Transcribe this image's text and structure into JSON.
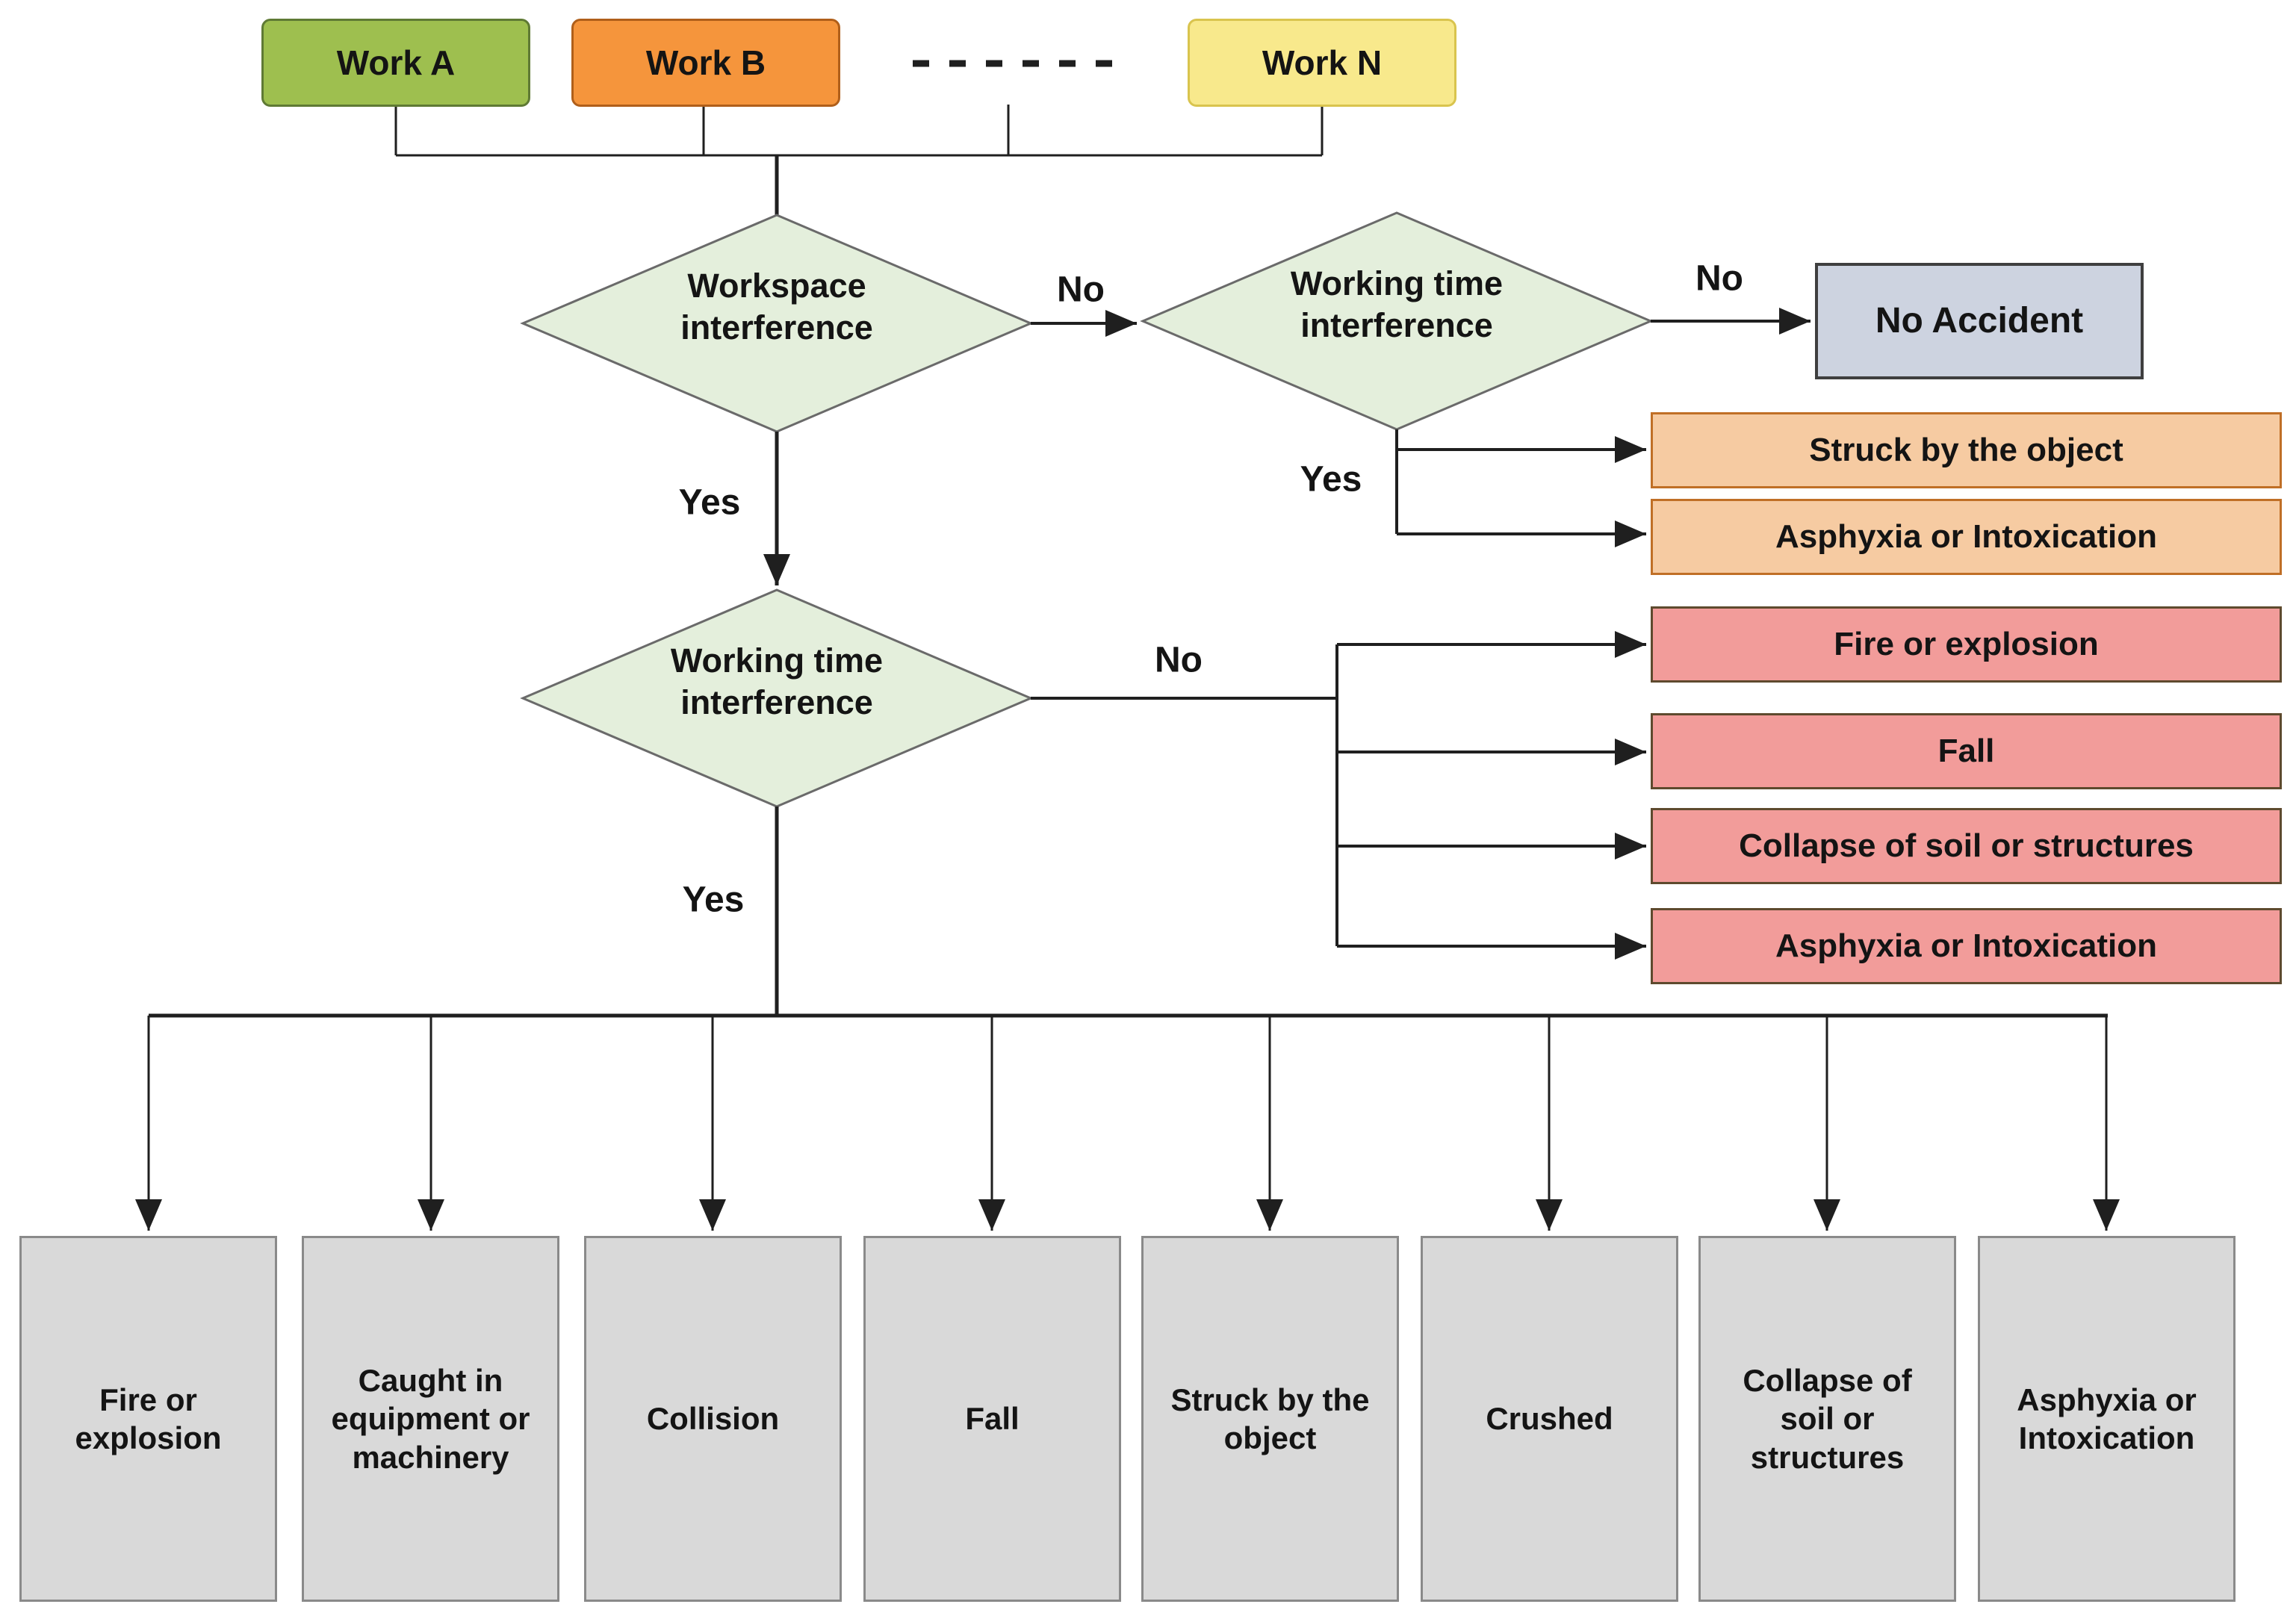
{
  "works": [
    {
      "label": "Work A"
    },
    {
      "label": "Work B"
    },
    {
      "label": "Work N"
    }
  ],
  "decisions": {
    "workspace": "Workspace interference",
    "working_time_upper": "Working time interference",
    "working_time_lower": "Working time interference"
  },
  "edge_labels": {
    "yes": "Yes",
    "no": "No"
  },
  "outcomes": {
    "no_accident": "No Accident",
    "time_interference_only": [
      "Struck by the object",
      "Asphyxia or Intoxication"
    ],
    "workspace_interference_only": [
      "Fire or explosion",
      "Fall",
      "Collapse of soil or structures",
      "Asphyxia or Intoxication"
    ],
    "workspace_and_time_interference": [
      "Fire or explosion",
      "Caught in equipment or machinery",
      "Collision",
      "Fall",
      "Struck by the object",
      "Crushed",
      "Collapse of soil or structures",
      "Asphyxia or Intoxication"
    ]
  },
  "colors": {
    "work_a_fill": "#9EBF4F",
    "work_a_border": "#5F7A34",
    "work_b_fill": "#F5953C",
    "work_b_border": "#B05F1A",
    "work_n_fill": "#F8E98C",
    "work_n_border": "#D9C44E",
    "decision_fill": "#E4EFDC",
    "decision_border": "#6A6A6A",
    "no_accident_fill": "#CDD3E0",
    "no_accident_border": "#3F3F3F",
    "time_outcome_fill": "#F6CBA2",
    "time_outcome_border": "#C06F26",
    "space_outcome_fill": "#F29C9A",
    "space_outcome_border": "#5E4A2E",
    "both_outcome_fill": "#D9D9D9",
    "both_outcome_border": "#8A8A8A",
    "line": "#1F1F1F"
  }
}
